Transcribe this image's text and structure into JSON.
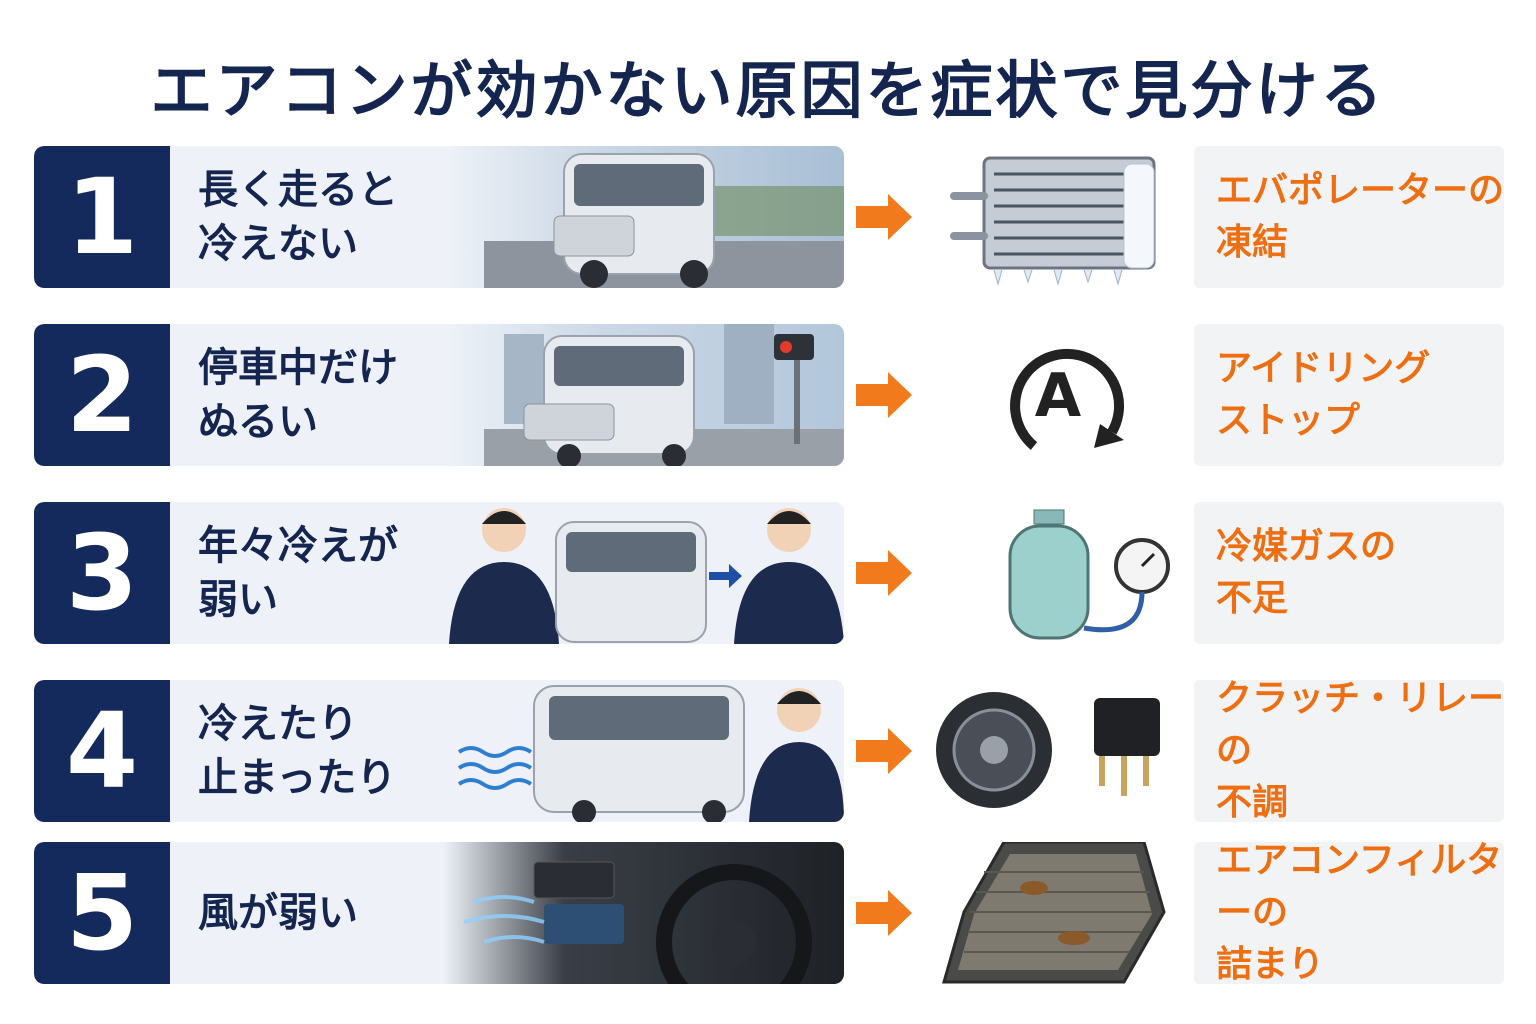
{
  "title": "エアコンが効かない原因を症状で見分ける",
  "rows": [
    {
      "number": "1",
      "symptom": "長く走ると\n冷えない",
      "cause": "エバポレーターの\n凍結",
      "part_icon": "frozen-evaporator-icon"
    },
    {
      "number": "2",
      "symptom": "停車中だけ\nぬるい",
      "cause": "アイドリング\nストップ",
      "part_icon": "auto-stop-icon"
    },
    {
      "number": "3",
      "symptom": "年々冷えが\n弱い",
      "cause": "冷媒ガスの\n不足",
      "part_icon": "refrigerant-tank-icon"
    },
    {
      "number": "4",
      "symptom": "冷えたり\n止まったり",
      "cause": "クラッチ・リレーの\n不調",
      "part_icon": "clutch-relay-icon"
    },
    {
      "number": "5",
      "symptom": "風が弱い",
      "cause": "エアコンフィルターの\n詰まり",
      "part_icon": "cabin-filter-icon"
    }
  ],
  "part_icons": {
    "auto_stop_letter": "A"
  },
  "colors": {
    "navy": "#14295c",
    "orange": "#ee6f12",
    "card_bg": "#eef2f8",
    "cause_bg": "#f2f3f5"
  }
}
